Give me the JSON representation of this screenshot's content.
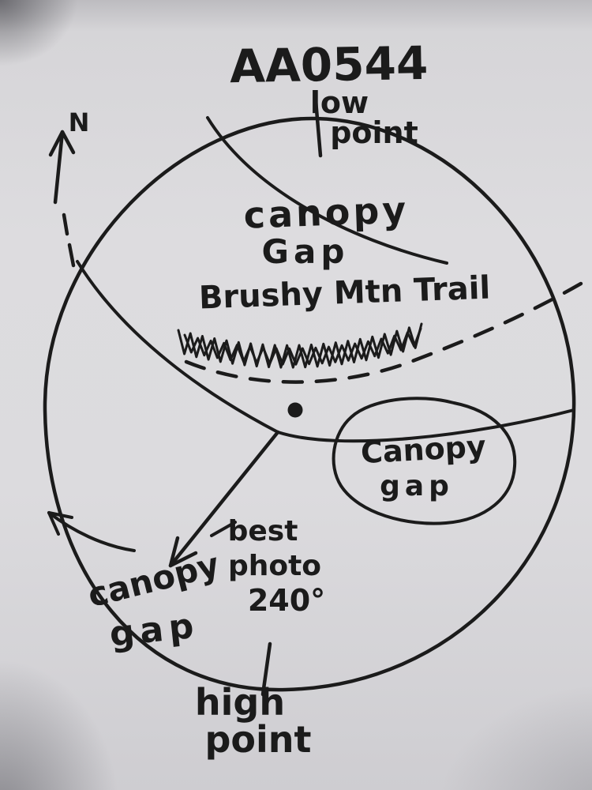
{
  "colors": {
    "ink": "#1b1b1b",
    "paper": "#d8d7da"
  },
  "sketch": {
    "title": "AA0544",
    "north": "N",
    "top_label": {
      "line1": "low",
      "line2": "point"
    },
    "upper_gap": {
      "line1": "canopy",
      "line2": "Gap"
    },
    "trail": "Brushy Mtn Trail",
    "right_gap": {
      "line1": "Canopy",
      "line2": "gap"
    },
    "photo": {
      "line1": "best",
      "line2": "photo",
      "line3": "240°"
    },
    "lower_gap": {
      "line1": "canopy",
      "line2": "gap"
    },
    "bottom_label": {
      "line1": "high",
      "line2": "point"
    }
  }
}
